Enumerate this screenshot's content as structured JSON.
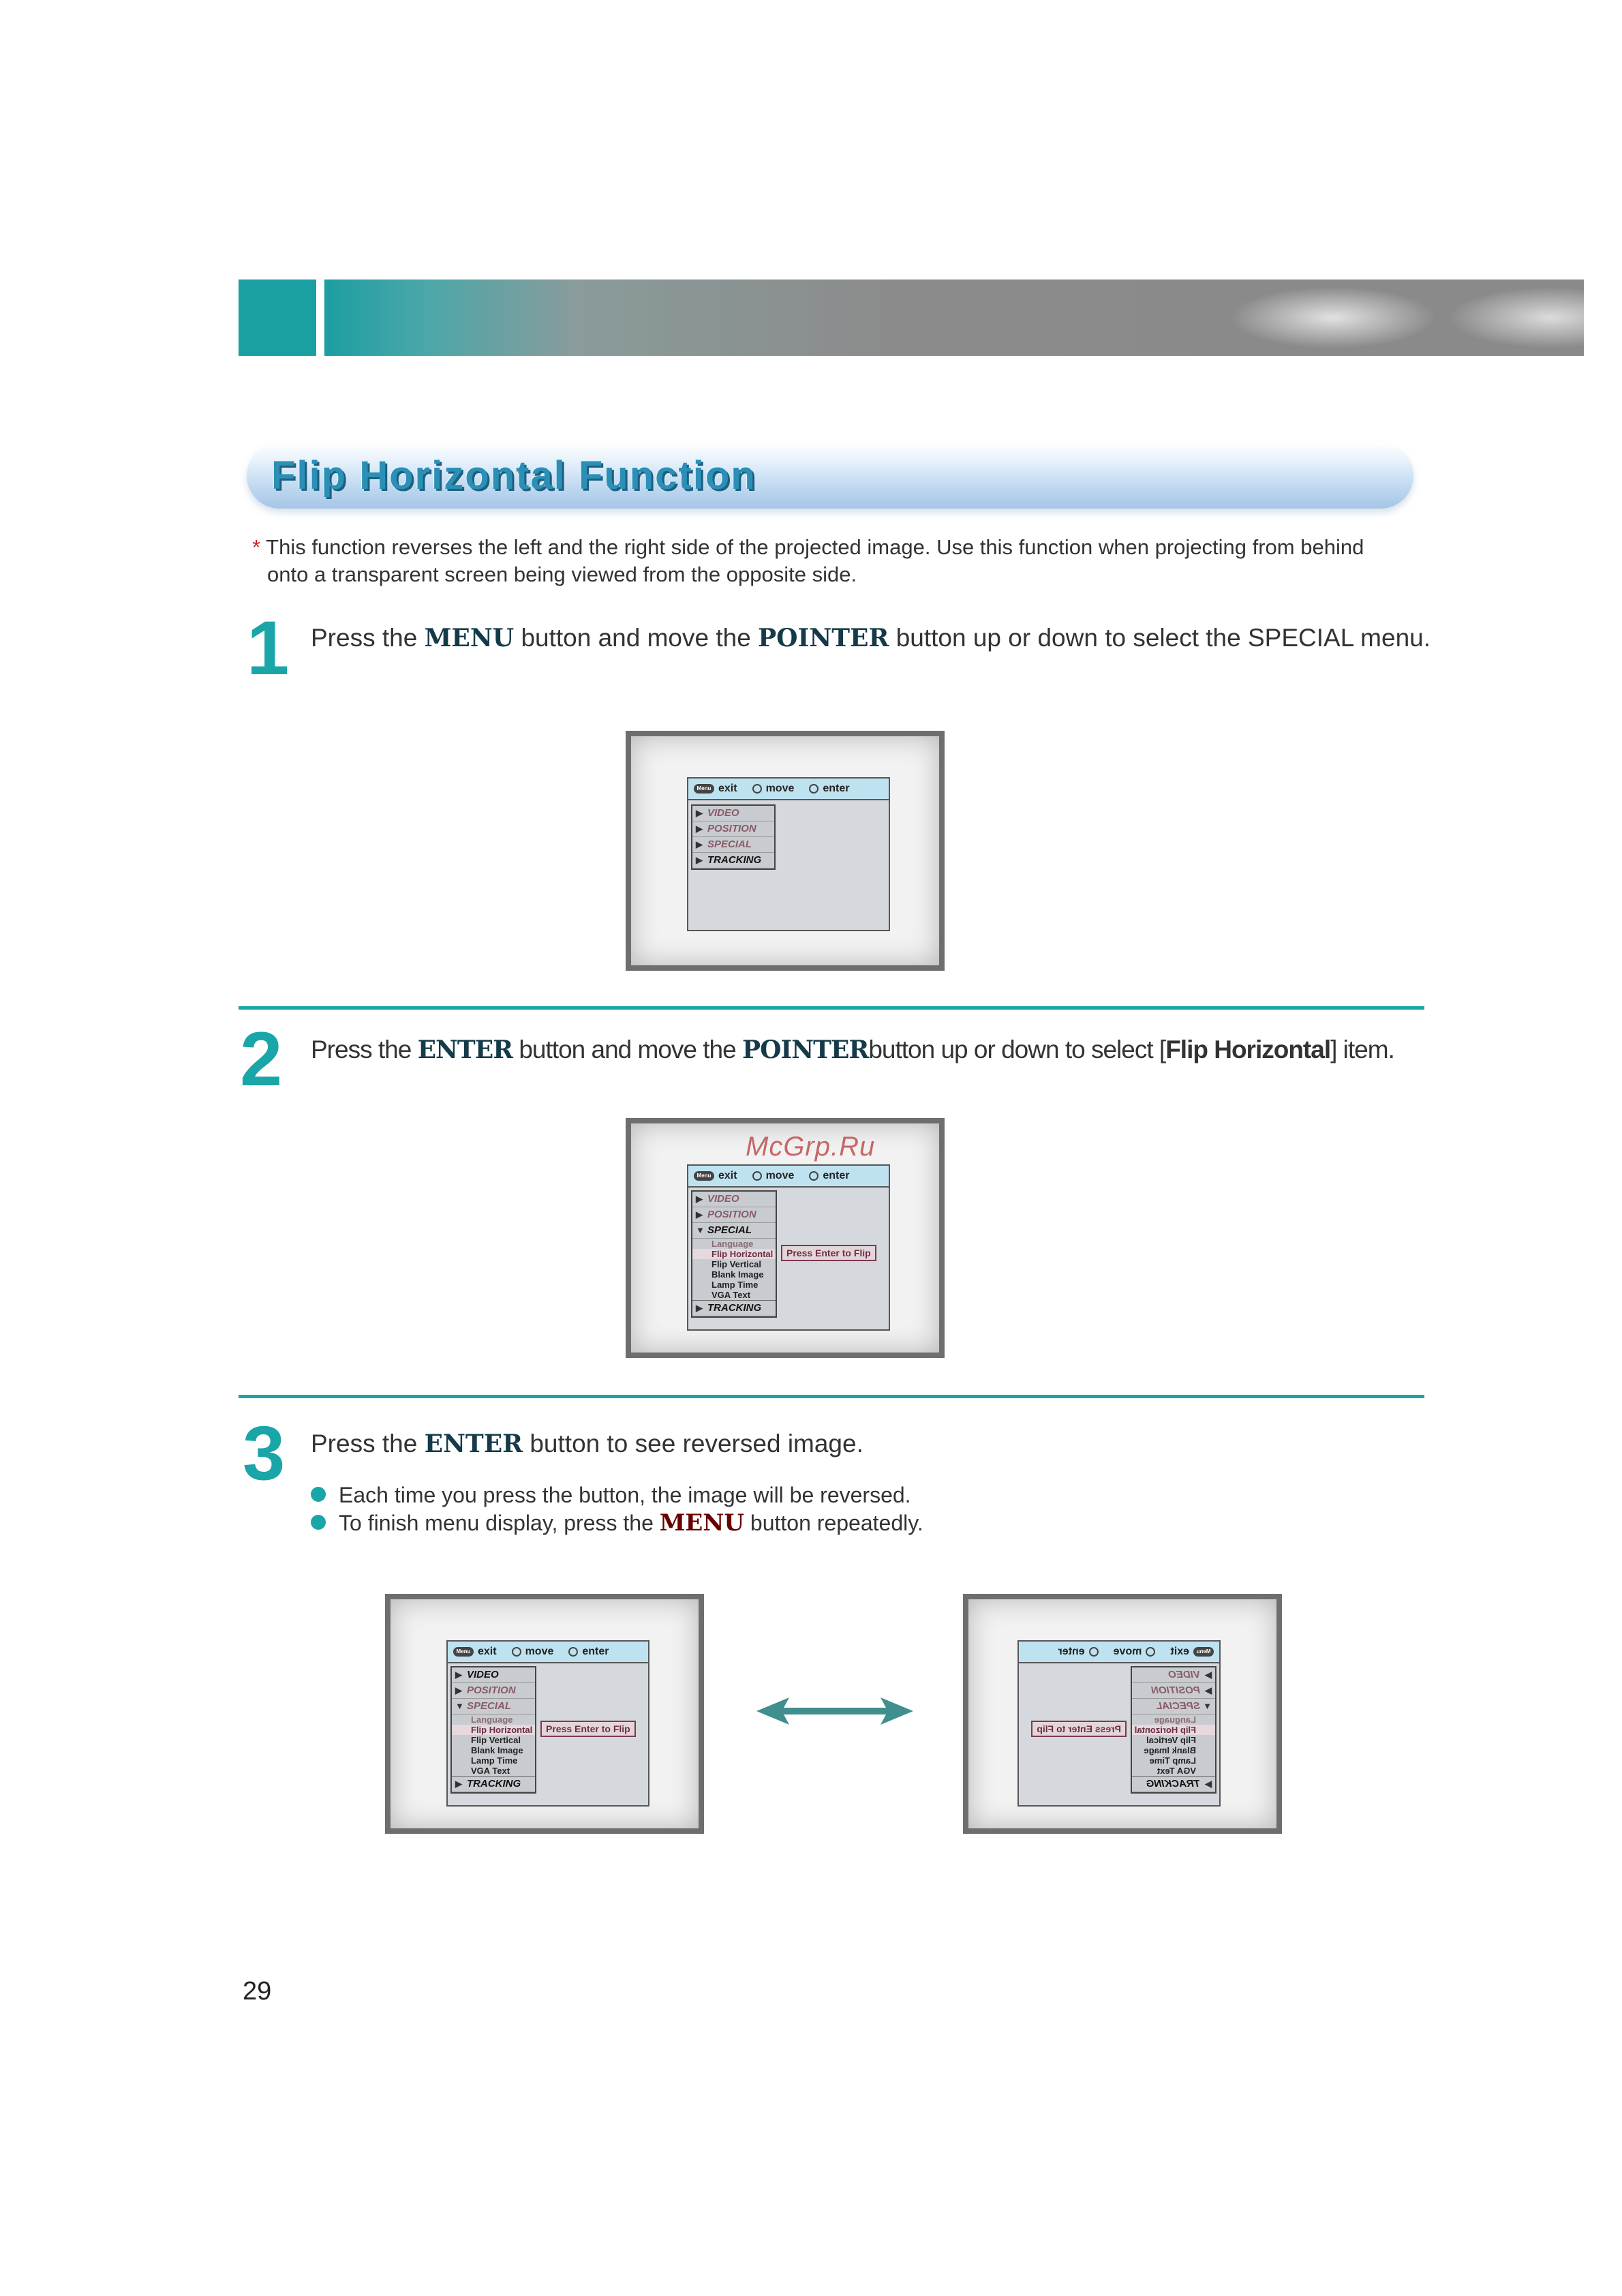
{
  "title": "Flip Horizontal Function",
  "note": {
    "star": "*",
    "line1": "This function reverses the left and the right side of the projected image. Use this function when projecting from behind",
    "line2": "onto a transparent screen being viewed from the opposite side."
  },
  "steps": [
    {
      "number": "1",
      "t1": "Press the ",
      "k1": "MENU",
      "t2": " button and move the ",
      "k2": "POINTER",
      "t3": " button up or down to select the SPECIAL menu."
    },
    {
      "number": "2",
      "t1": "Press the ",
      "k1": "ENTER",
      "t2": " button and move the ",
      "k2": "POINTER",
      "t3": "button up or down to select [",
      "b1": "Flip Horizontal",
      "t4": "] item."
    },
    {
      "number": "3",
      "t1": "Press the ",
      "k1": "ENTER",
      "t2": " button to see reversed image.",
      "bullet1": "Each time you press the button, the image will be reversed.",
      "bullet2_a": "To finish menu display, press the ",
      "bullet2_k": "MENU",
      "bullet2_b": " button repeatedly."
    }
  ],
  "osd": {
    "menu_icon": "Menu",
    "exit": "exit",
    "move": "move",
    "enter": "enter",
    "items": [
      "VIDEO",
      "POSITION",
      "SPECIAL",
      "TRACKING"
    ],
    "sub_items": [
      "Language",
      "Flip Horizontal",
      "Flip Vertical",
      "Blank Image",
      "Lamp Time",
      "VGA Text"
    ],
    "flip_prompt": "Press Enter to Flip"
  },
  "watermark": "McGrp.Ru",
  "page_number": "29"
}
